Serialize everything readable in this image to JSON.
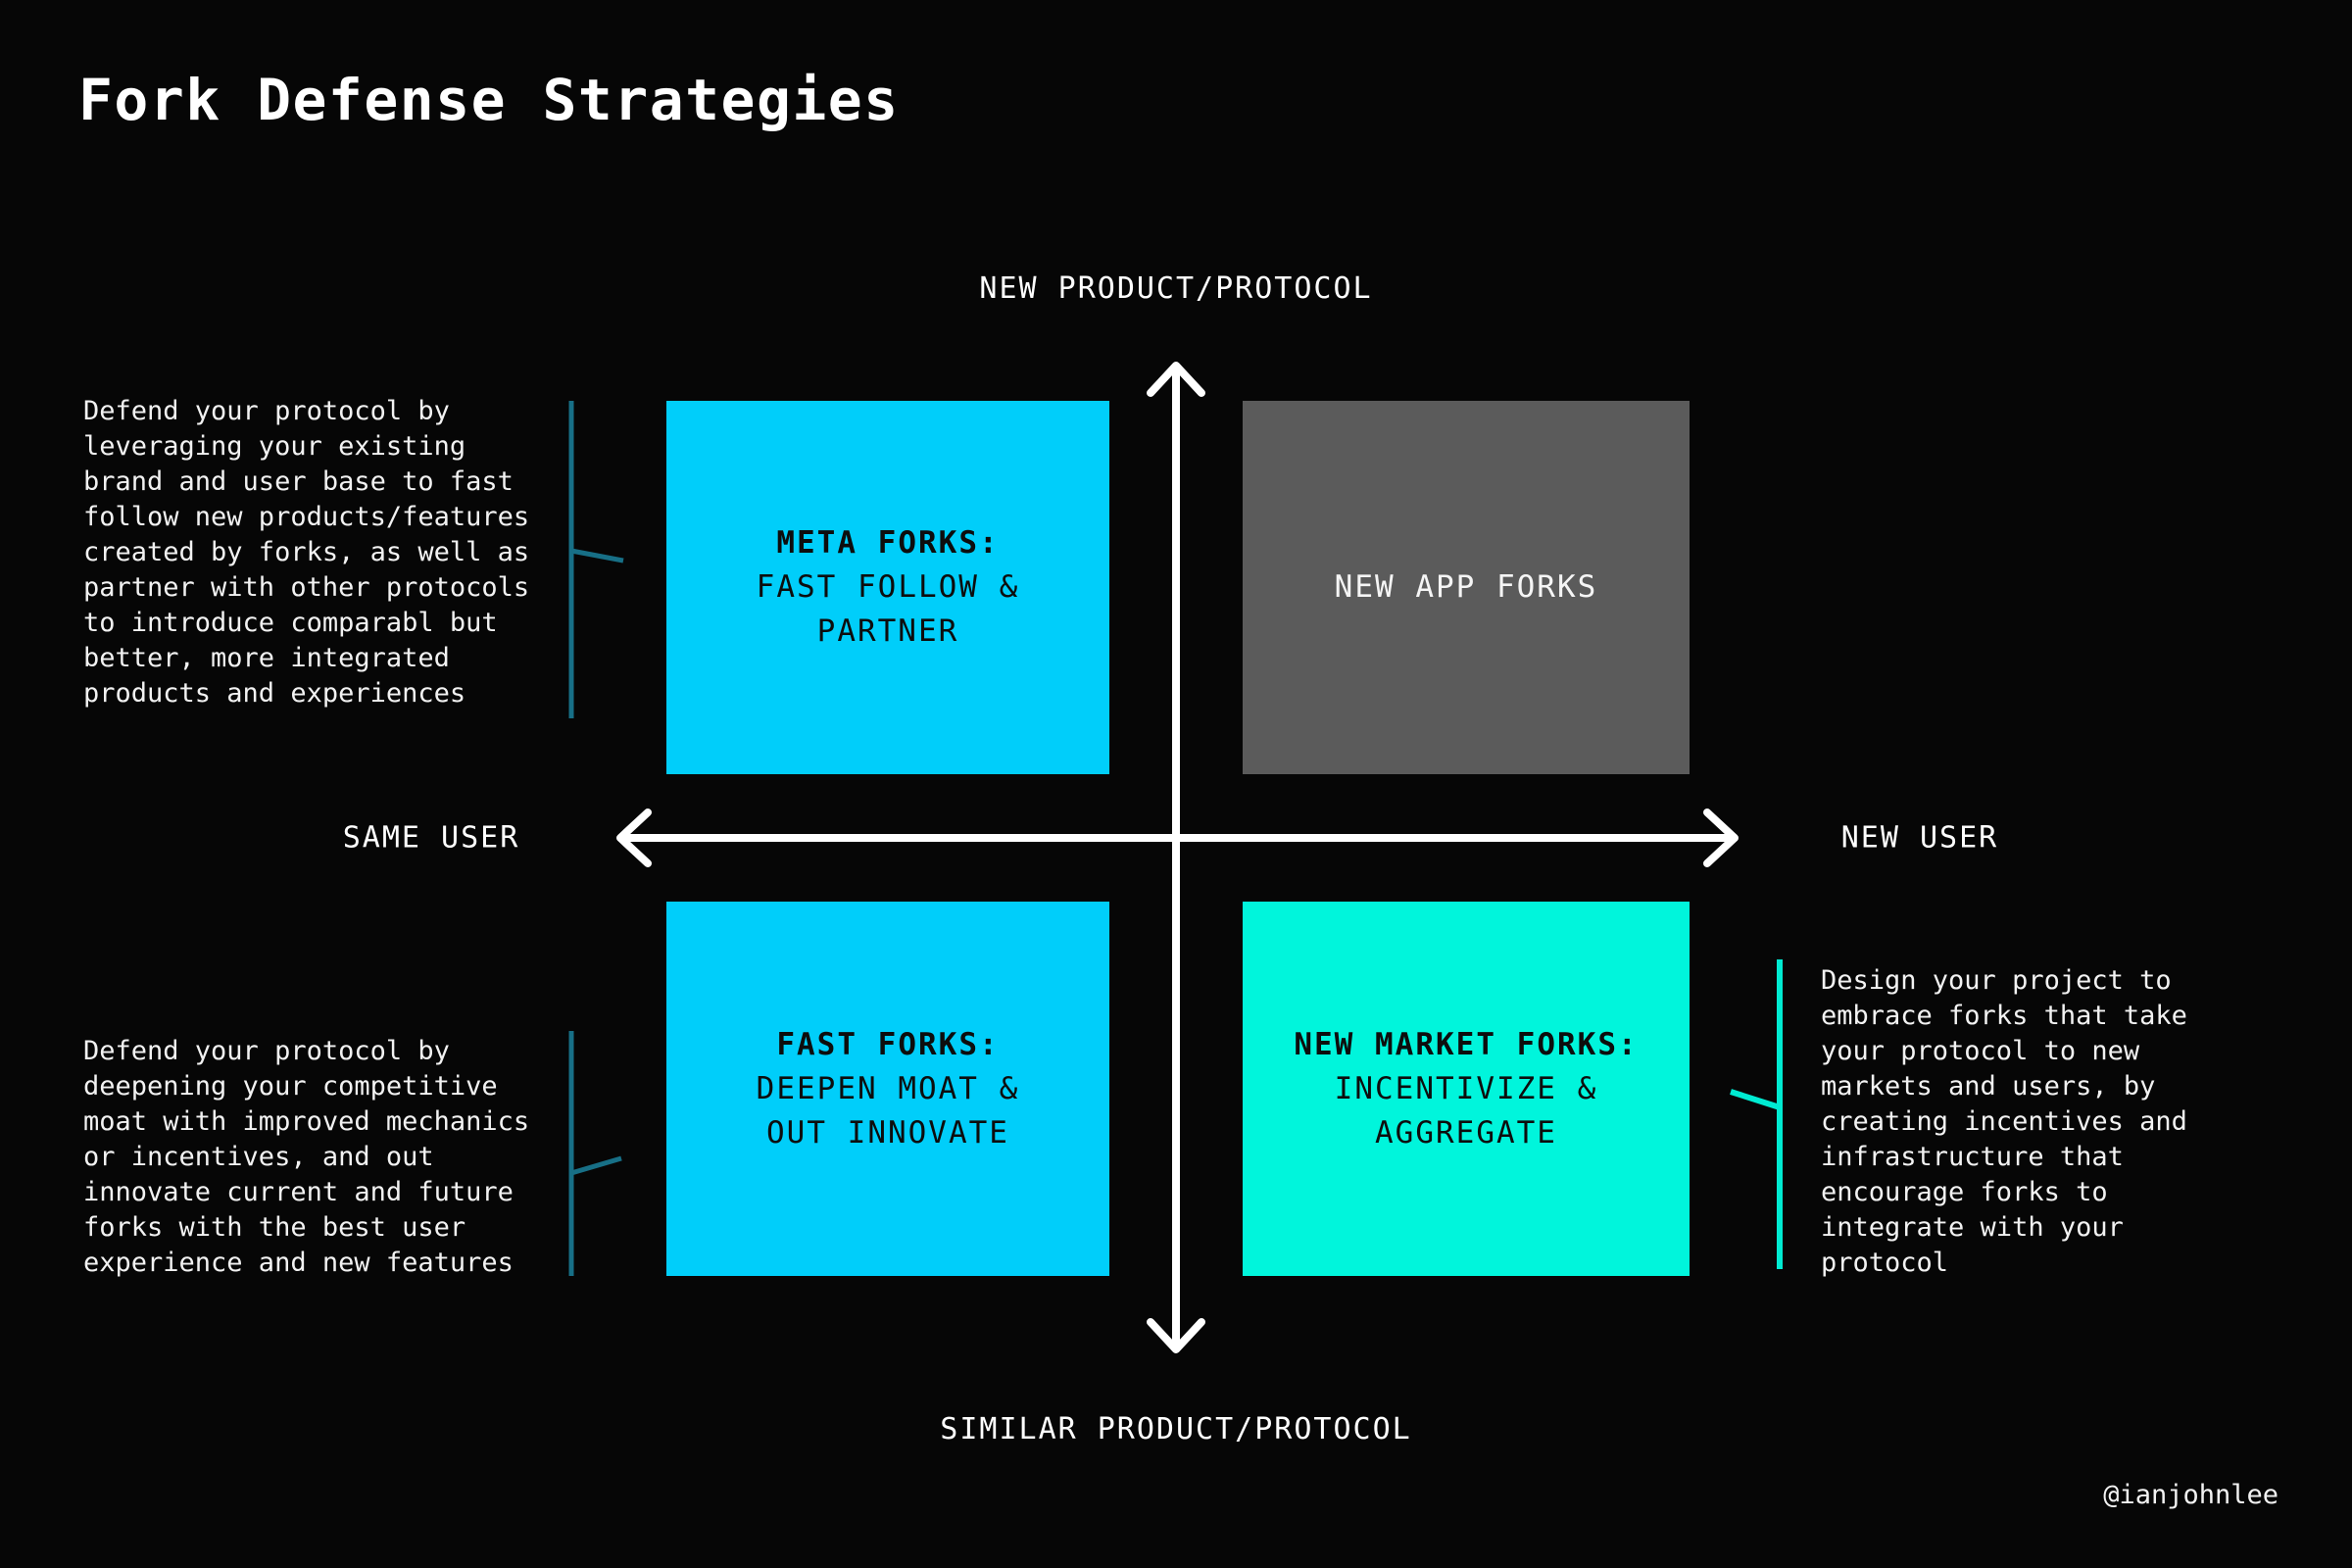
{
  "title": "Fork Defense Strategies",
  "attribution": "@ianjohnlee",
  "axes": {
    "top": "NEW PRODUCT/PROTOCOL",
    "bottom": "SIMILAR PRODUCT/PROTOCOL",
    "left": "SAME USER",
    "right": "NEW USER"
  },
  "quadrants": {
    "top_left": {
      "heading": "META FORKS:",
      "subtitle": [
        "FAST FOLLOW &",
        "PARTNER"
      ],
      "color": "#00CEFA"
    },
    "top_right": {
      "heading": "NEW APP FORKS",
      "subtitle": [],
      "color": "#5B5B5B"
    },
    "bottom_left": {
      "heading": "FAST FORKS:",
      "subtitle": [
        "DEEPEN MOAT &",
        "OUT INNOVATE"
      ],
      "color": "#00CEFA"
    },
    "bottom_right": {
      "heading": "NEW MARKET FORKS:",
      "subtitle": [
        "INCENTIVIZE &",
        "AGGREGATE"
      ],
      "color": "#00F5DC"
    }
  },
  "annotations": {
    "meta_forks": {
      "lines": [
        "Defend your protocol by",
        "leveraging your existing",
        "brand and user base to fast",
        "follow new products/features",
        "created by forks, as well as",
        "partner with other protocols",
        "to introduce comparabl but",
        "better, more integrated",
        "products and experiences"
      ]
    },
    "fast_forks": {
      "lines": [
        "Defend your protocol by",
        "deepening your competitive",
        "moat with improved mechanics",
        "or incentives, and out",
        "innovate current and future",
        "forks with the best user",
        "experience and new features"
      ]
    },
    "new_market_forks": {
      "lines": [
        "Design your project to",
        "embrace forks that take",
        "your protocol to new",
        "markets and users, by",
        "creating incentives and",
        "infrastructure that",
        "encourage forks to",
        "integrate with your",
        "protocol"
      ]
    }
  },
  "colors": {
    "background": "#060606",
    "cyan_box": "#00CEFA",
    "teal_box": "#00F5DC",
    "gray_box": "#5B5B5B",
    "connector_dark_teal": "#176F86",
    "connector_turquoise": "#00EBD2",
    "arrow": "#FFFFFF",
    "text_light": "#F2F2F2",
    "text_dark": "#0D0D0D"
  }
}
